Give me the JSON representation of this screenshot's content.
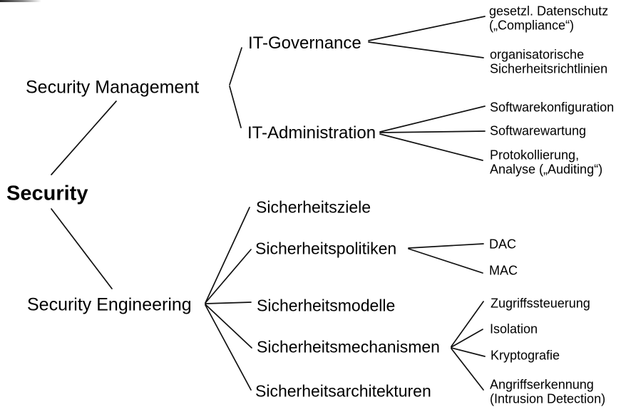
{
  "style": {
    "background": "#ffffff",
    "foreground": "#000000",
    "line_color": "#111111"
  },
  "tree": {
    "label": "Security",
    "children": [
      {
        "label": "Security Management",
        "children": [
          {
            "label": "IT-Governance",
            "children": [
              {
                "label": "gesetzl. Datenschutz\n(„Compliance“)"
              },
              {
                "label": "organisatorische\nSicherheitsrichtlinien"
              }
            ]
          },
          {
            "label": "IT-Administration",
            "children": [
              {
                "label": "Softwarekonfiguration"
              },
              {
                "label": "Softwarewartung"
              },
              {
                "label": "Protokollierung,\nAnalyse („Auditing“)"
              }
            ]
          }
        ]
      },
      {
        "label": "Security Engineering",
        "children": [
          {
            "label": "Sicherheitsziele"
          },
          {
            "label": "Sicherheitspolitiken",
            "children": [
              {
                "label": "DAC"
              },
              {
                "label": "MAC"
              }
            ]
          },
          {
            "label": "Sicherheitsmodelle"
          },
          {
            "label": "Sicherheitsmechanismen",
            "children": [
              {
                "label": "Zugriffssteuerung"
              },
              {
                "label": "Isolation"
              },
              {
                "label": "Kryptografie"
              },
              {
                "label": "Angriffserkennung\n(Intrusion Detection)"
              }
            ]
          },
          {
            "label": "Sicherheitsarchitekturen"
          }
        ]
      }
    ]
  }
}
